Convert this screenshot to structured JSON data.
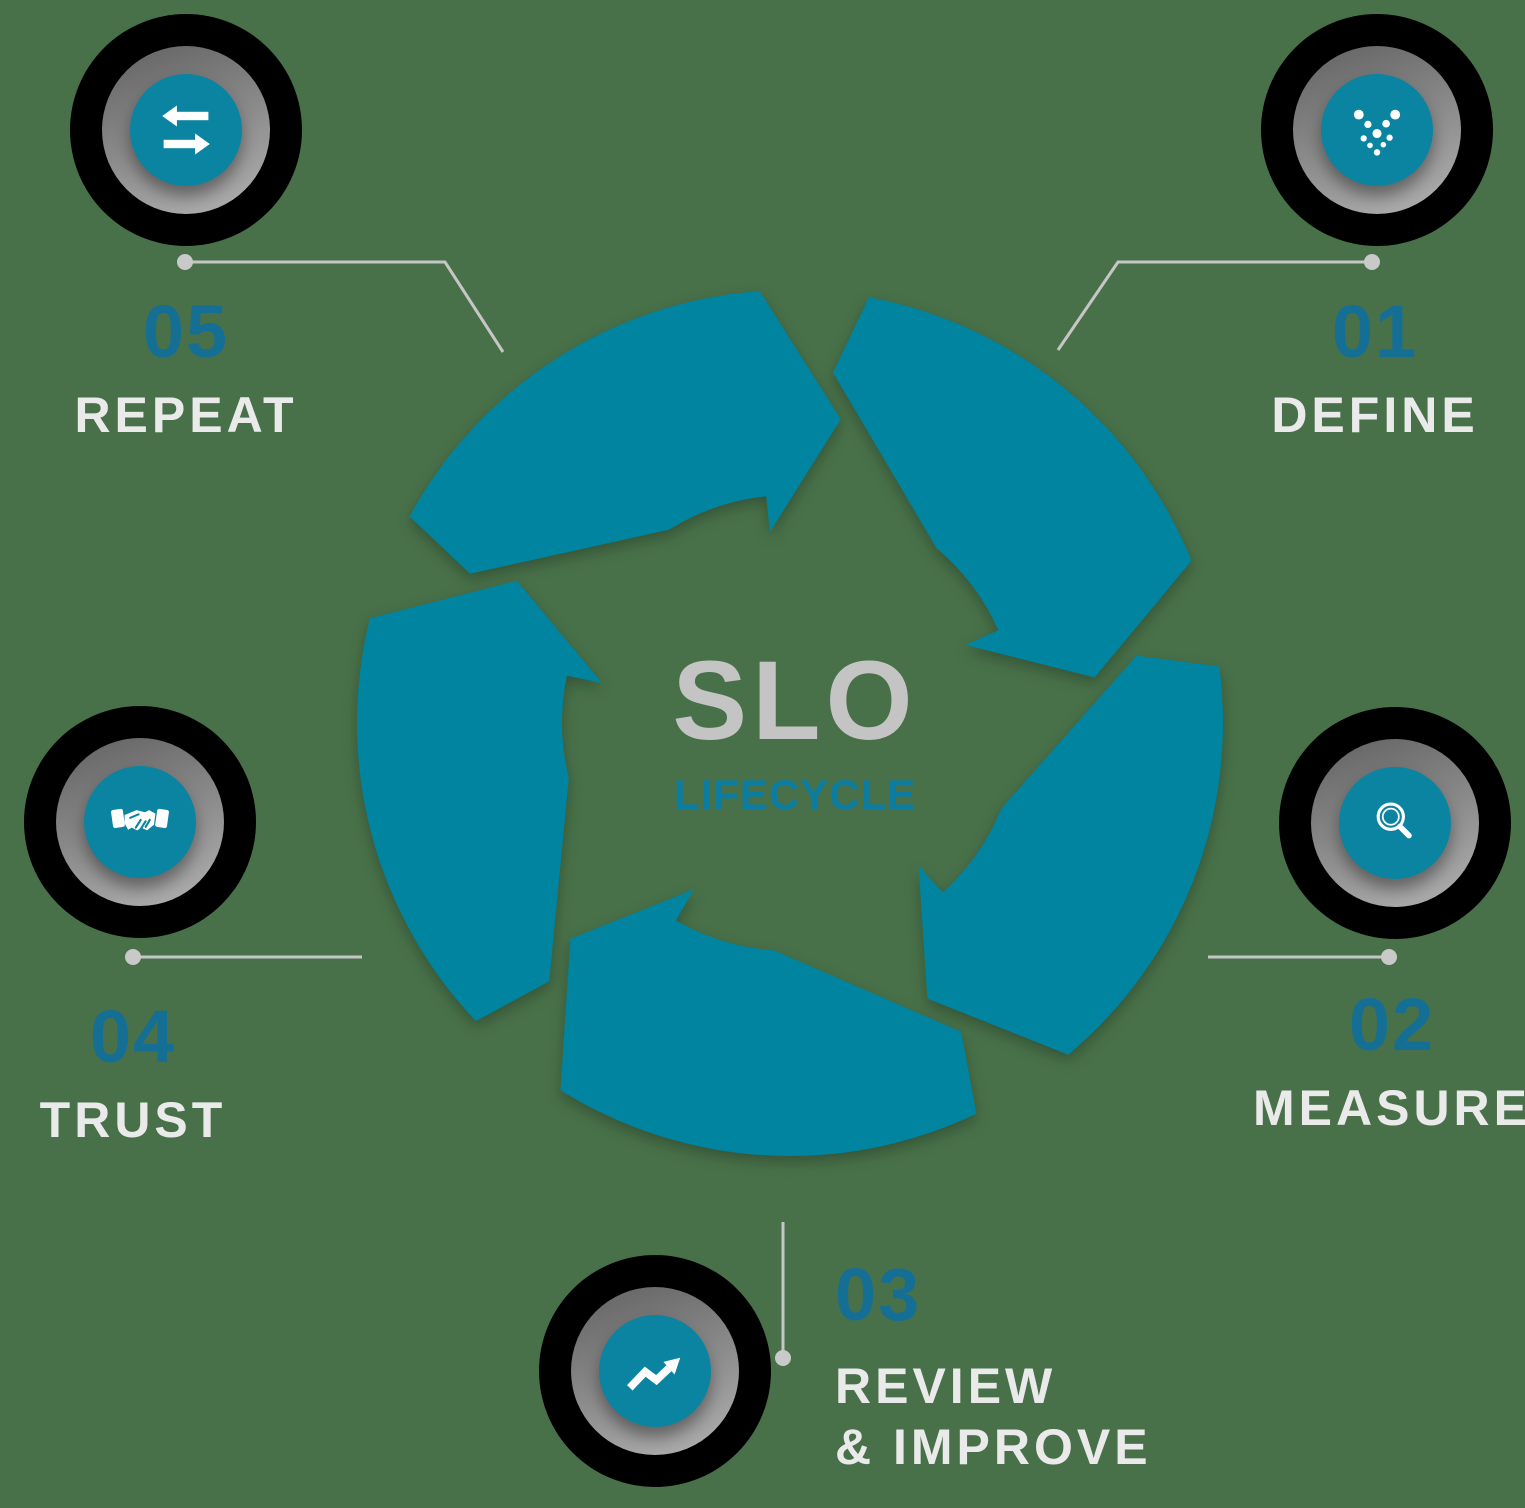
{
  "center": {
    "title": "SLO",
    "subtitle": "LIFECYCLE"
  },
  "steps": [
    {
      "number": "01",
      "label": "DEFINE",
      "label2": "",
      "icon": "dots-chevron-icon"
    },
    {
      "number": "02",
      "label": "MEASURE",
      "label2": "",
      "icon": "magnifier-icon"
    },
    {
      "number": "03",
      "label": "REVIEW",
      "label2": "& IMPROVE",
      "icon": "trend-up-arrow-icon"
    },
    {
      "number": "04",
      "label": "TRUST",
      "label2": "",
      "icon": "handshake-icon"
    },
    {
      "number": "05",
      "label": "REPEAT",
      "label2": "",
      "icon": "swap-arrows-icon"
    }
  ],
  "colors": {
    "background_green": "#487149",
    "arrow_teal": "#0084a0",
    "icon_disc_teal": "#0b84a2",
    "number_teal": "#156f94",
    "subtitle_teal": "#0c7da0",
    "label_gray": "#eaeaea",
    "center_title_gray": "#c4c4c4",
    "connector_gray": "#c6c6c6",
    "badge_black": "#000000",
    "ring_gray": "#8a8a8a"
  }
}
